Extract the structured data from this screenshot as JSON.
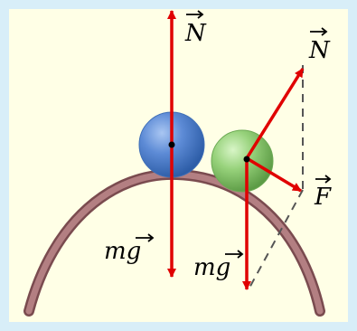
{
  "labels": {
    "normal_force_blue": "N",
    "normal_force_green": "N",
    "net_force": "F",
    "weight_blue": "mg",
    "weight_green": "mg"
  },
  "colors": {
    "background": "#FFFFE6",
    "frame": "#D8EEF8",
    "dome": "#A06F72",
    "arrow": "#E00000",
    "blue_ball": "#4F7EC8",
    "green_ball": "#84C46A"
  },
  "icons": {
    "vector_marker": "right-arrow-accent"
  }
}
